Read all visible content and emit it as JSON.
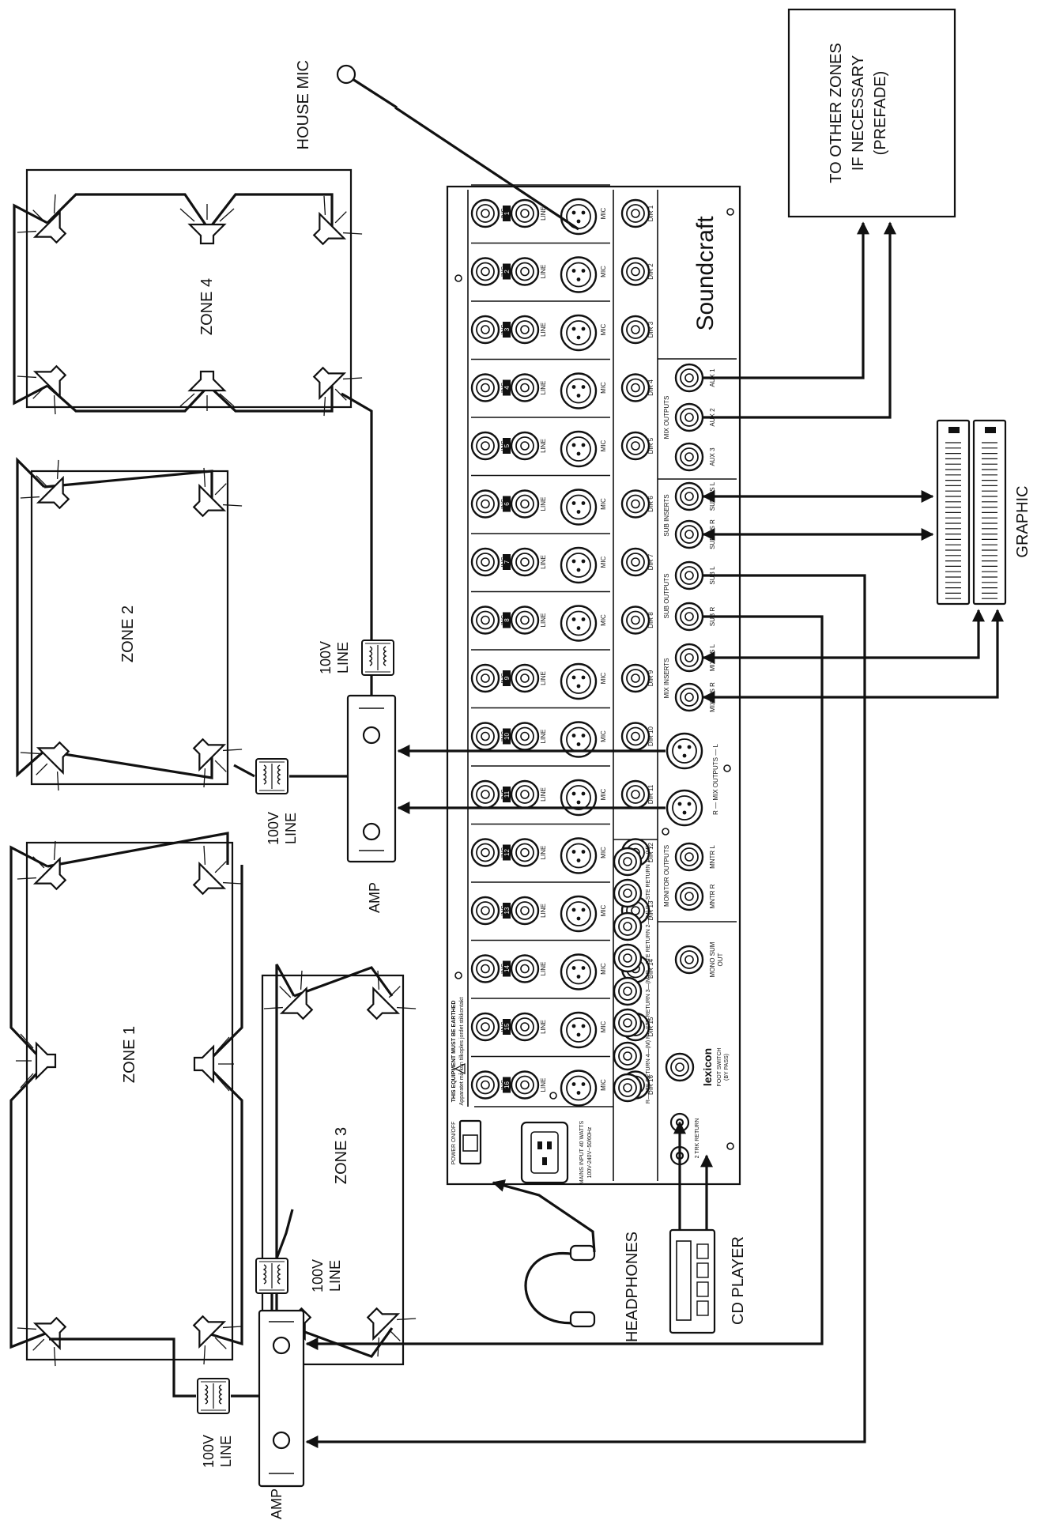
{
  "labels": {
    "house_mic": "HOUSE MIC",
    "other_zones_1": "TO OTHER ZONES",
    "other_zones_2": "IF NECESSARY",
    "other_zones_3": "(PREFADE)",
    "graphic": "GRAPHIC",
    "zone4": "ZONE 4",
    "zone2": "ZONE 2",
    "zone1": "ZONE 1",
    "zone3": "ZONE 3",
    "line_100v_a1": "100V",
    "line_100v_a2": "LINE",
    "line_100v_b1": "100V",
    "line_100v_b2": "LINE",
    "line_100v_c1": "100V",
    "line_100v_c2": "LINE",
    "line_100v_d1": "100V",
    "line_100v_d2": "LINE",
    "amp_upper": "AMP",
    "amp_lower": "AMP",
    "headphones": "HEADPHONES",
    "cd_player": "CD PLAYER"
  },
  "mixer": {
    "brand": "Soundcraft",
    "lexicon": "lexicon",
    "warning_1": "THIS EQUIPMENT MUST BE EARTHED",
    "warning_2": "Apparatet må kun tilkoples jordet stikkontakt",
    "power": "POWER ON/OFF",
    "mains": "MAINS INPUT 40 WATTS",
    "mains_2": "100V-240V~50/60Hz",
    "foot_switch": "FOOT SWITCH",
    "foot_switch_2": "(BY PASS)",
    "mono_sum": "MONO SUM",
    "mono_sum_2": "OUT",
    "two_track": "2 TRK RETURN",
    "col_ins": "INS",
    "col_line": "LINE",
    "col_mic": "MIC",
    "channels": [
      "1",
      "2",
      "3",
      "4",
      "5",
      "6",
      "7",
      "8",
      "9",
      "10",
      "11",
      "12",
      "13",
      "14",
      "15",
      "16"
    ],
    "dirs": [
      "DIR 1",
      "DIR 2",
      "DIR 3",
      "DIR 4",
      "DIR 5",
      "DIR 6",
      "DIR 7",
      "DIR 8",
      "DIR 9",
      "DIR 10",
      "DIR 11",
      "DIR 12",
      "DIR 13",
      "DIR 14",
      "DIR 15",
      "DIR 16"
    ],
    "ste_returns": [
      "R—STE RETURN 1—(M)",
      "R—STE RETURN 2—(M)",
      "R—STE RETURN 3—(M)",
      "R—STE RETURN 4—(M)"
    ],
    "aux": [
      "AUX 1",
      "AUX 2",
      "AUX 3"
    ],
    "mix_outputs": "MIX OUTPUTS",
    "sub_inserts": "SUB INSERTS",
    "sub_inserts_l": "SUBINS L",
    "sub_inserts_r": "SUBINS R",
    "sub_outputs": "SUB OUTPUTS",
    "sub_l": "SUB L",
    "sub_r": "SUB R",
    "mix_inserts": "MIX INSERTS",
    "mixins_l": "MIXINS L",
    "mixins_r": "MIX INS R",
    "xlr_mix": "R — MIX OUTPUTS — L",
    "monitor_outputs": "MONITOR OUTPUTS",
    "mntr_l": "MNTR L",
    "mntr_r": "MNTR R"
  }
}
